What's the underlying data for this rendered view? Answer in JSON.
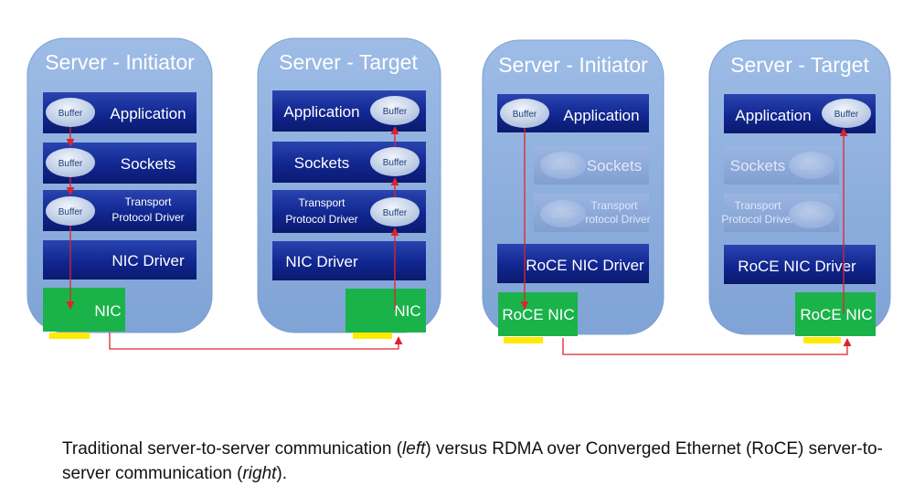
{
  "diagram": {
    "traditional": {
      "initiator": {
        "title": "Server - Initiator",
        "application": "Application",
        "sockets": "Sockets",
        "transport_line1": "Transport",
        "transport_line2": "Protocol Driver",
        "nic_driver": "NIC Driver",
        "nic": "NIC",
        "buffer": "Buffer"
      },
      "target": {
        "title": "Server - Target",
        "application": "Application",
        "sockets": "Sockets",
        "transport_line1": "Transport",
        "transport_line2": "Protocol Driver",
        "nic_driver": "NIC Driver",
        "nic": "NIC",
        "buffer": "Buffer"
      }
    },
    "roce": {
      "initiator": {
        "title": "Server - Initiator",
        "application": "Application",
        "sockets": "Sockets",
        "transport_line1": "Transport",
        "transport_line2": "Protocol Driver",
        "nic_driver": "RoCE NIC Driver",
        "nic": "RoCE NIC",
        "buffer": "Buffer"
      },
      "target": {
        "title": "Server - Target",
        "application": "Application",
        "sockets": "Sockets",
        "transport_line1": "Transport",
        "transport_line2": "Protocol Driver",
        "nic_driver": "RoCE NIC Driver",
        "nic": "RoCE NIC",
        "buffer": "Buffer"
      }
    }
  },
  "caption": {
    "part1": "Traditional server-to-server communication (",
    "left": "left",
    "part2": ") versus RDMA over Converged Ethernet (RoCE) server-to-server communication (",
    "right": "right",
    "part3": ")."
  },
  "colors": {
    "server_fill": "#8fb1de",
    "layer_fill": "#10238c",
    "buffer_fill": "#c9d5ea",
    "nic_fill": "#19b34a",
    "port_fill": "#ffea00",
    "arrow": "#e0242a"
  }
}
